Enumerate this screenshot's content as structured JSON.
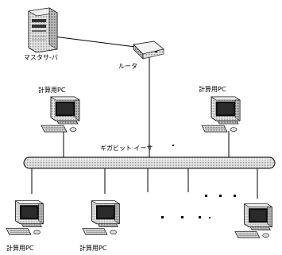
{
  "labels": {
    "master_server": "マスタサ-バ",
    "router": "ルータ",
    "gigabit_ethernet": "ギガビット イーサ",
    "pc_top_left": "計算用PC",
    "pc_top_right": "計算用PC",
    "pc_bottom_1": "計算用PC",
    "pc_bottom_2": "計算用PC"
  },
  "colors": {
    "bus_fill": "#d8d8d8",
    "device_fill": "#cfcfcf",
    "device_dark": "#222222",
    "line": "#000000"
  },
  "icons": {
    "server": "tower-server-icon",
    "router": "router-icon",
    "pc": "desktop-pc-icon"
  }
}
